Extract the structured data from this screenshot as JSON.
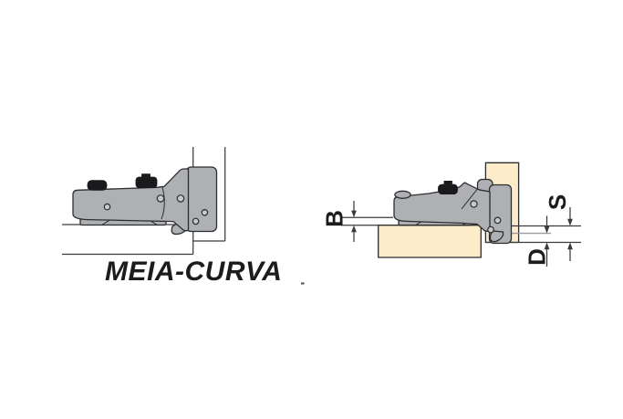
{
  "caption": "MEIA-CURVA",
  "dimensions": {
    "b": "B",
    "s": "S",
    "d": "D"
  },
  "colors": {
    "metal": "#aeb0b3",
    "metal_light": "#c6c8ca",
    "wood": "#fcecca",
    "outline": "#2b2d2f",
    "line": "#3b3b3d",
    "ref_gray": "#9b9b9b",
    "screw": "#1a1a1c",
    "text": "#1c1c1e",
    "background": "#ffffff"
  }
}
